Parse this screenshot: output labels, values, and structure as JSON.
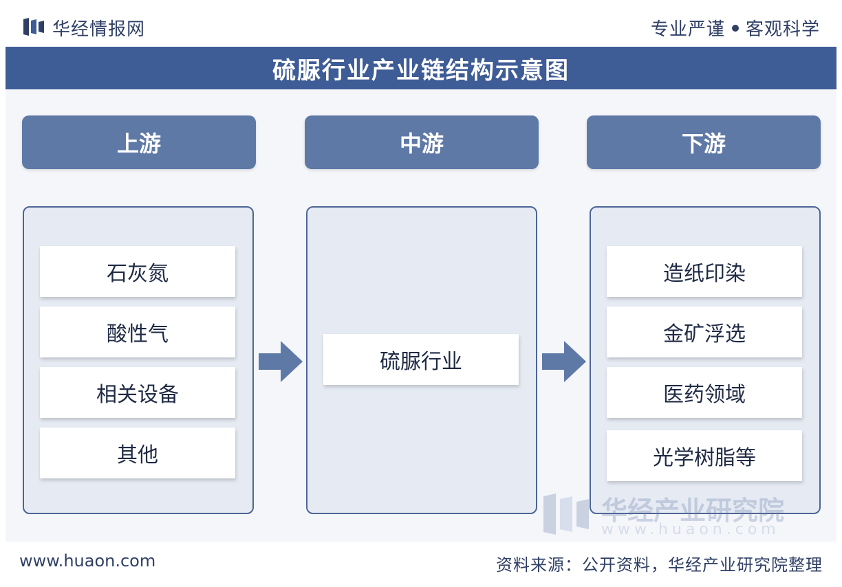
{
  "header": {
    "brand": "华经情报网",
    "slogan_left": "专业严谨",
    "slogan_right": "客观科学"
  },
  "title": "硫脲行业产业链结构示意图",
  "columns": [
    {
      "header": "上游",
      "items": [
        "石灰氮",
        "酸性气",
        "相关设备",
        "其他"
      ]
    },
    {
      "header": "中游",
      "items": [
        "硫脲行业"
      ]
    },
    {
      "header": "下游",
      "items": [
        "造纸印染",
        "金矿浮选",
        "医药领域",
        "光学树脂等"
      ]
    }
  ],
  "watermark": {
    "name": "华经产业研究院",
    "url": "www.huaon.com"
  },
  "footer": {
    "url": "www.huaon.com",
    "source": "资料来源：公开资料，华经产业研究院整理"
  },
  "colors": {
    "title_band": "#3e5c96",
    "column_header": "#5f79a7",
    "panel_fill": "#e6ebf3",
    "panel_border": "#4c6596",
    "arrow": "#5f79a7"
  },
  "icons": [
    "logo-icon",
    "arrow-right-icon"
  ]
}
